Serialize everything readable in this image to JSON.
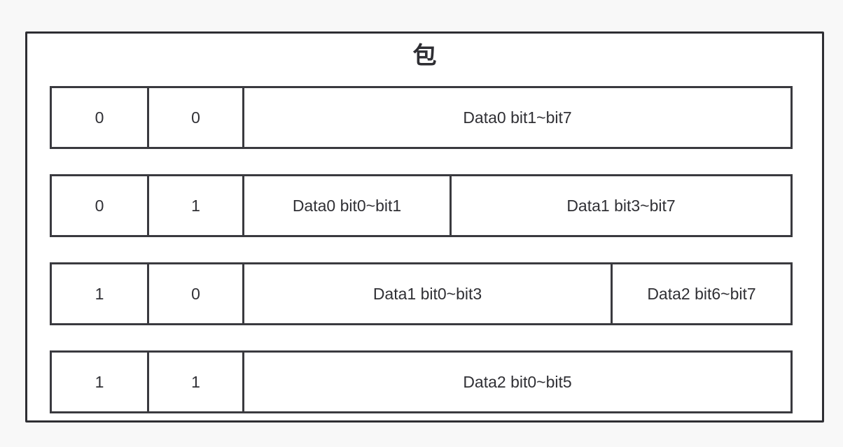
{
  "diagram": {
    "title": "包",
    "colors": {
      "page_background": "#f8f8f8",
      "frame_border": "#2e2e33",
      "cell_border": "#3a3a3f",
      "cell_background": "#ffffff",
      "text": "#303035"
    },
    "rows": [
      {
        "bit_a": "0",
        "bit_b": "0",
        "fields": [
          {
            "label": "Data0 bit1~bit7",
            "width_class": "cell-data"
          }
        ]
      },
      {
        "bit_a": "0",
        "bit_b": "1",
        "fields": [
          {
            "label": "Data0 bit0~bit1",
            "width_class": "w-296"
          },
          {
            "label": "Data1 bit3~bit7",
            "width_class": "cell-data"
          }
        ]
      },
      {
        "bit_a": "1",
        "bit_b": "0",
        "fields": [
          {
            "label": "Data1 bit0~bit3",
            "width_class": "w-526"
          },
          {
            "label": "Data2 bit6~bit7",
            "width_class": "cell-data"
          }
        ]
      },
      {
        "bit_a": "1",
        "bit_b": "1",
        "fields": [
          {
            "label": "Data2 bit0~bit5",
            "width_class": "cell-data"
          }
        ]
      }
    ]
  }
}
